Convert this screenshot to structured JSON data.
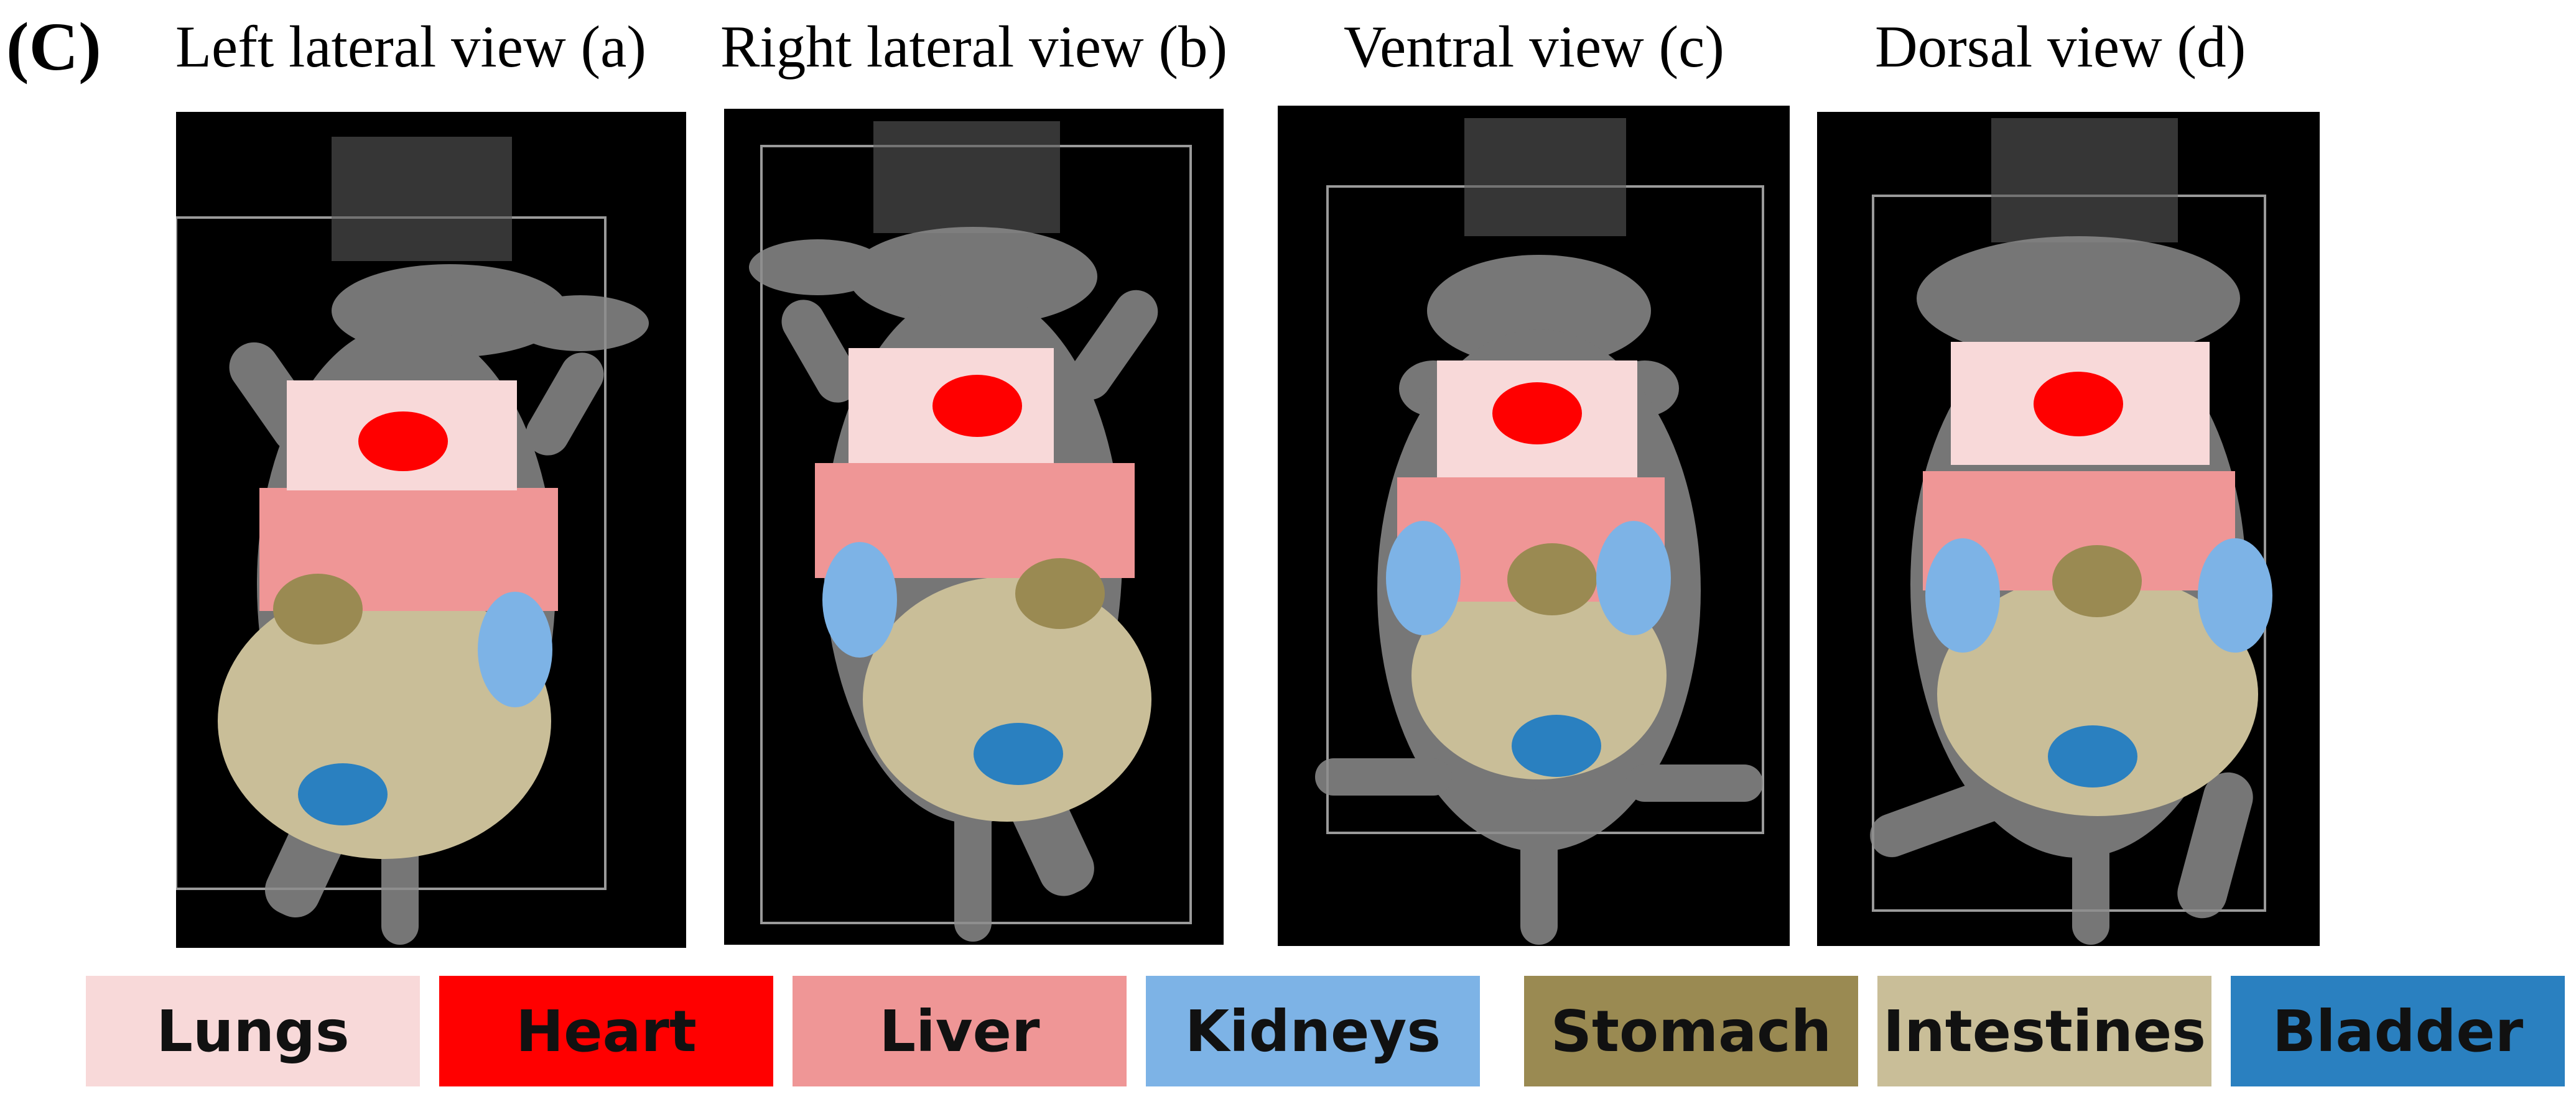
{
  "figure": {
    "panel_label": "(C)",
    "views": [
      {
        "id": "a",
        "title": "Left lateral view (a)"
      },
      {
        "id": "b",
        "title": "Right lateral view (b)"
      },
      {
        "id": "c",
        "title": "Ventral view (c)"
      },
      {
        "id": "d",
        "title": "Dorsal view (d)"
      }
    ]
  },
  "legend": [
    {
      "label": "Lungs",
      "color": "#f8d9d9"
    },
    {
      "label": "Heart",
      "color": "#ff0000"
    },
    {
      "label": "Liver",
      "color": "#ef9696"
    },
    {
      "label": "Kidneys",
      "color": "#7db3e6"
    },
    {
      "label": "Stomach",
      "color": "#9a8a52"
    },
    {
      "label": "Intestines",
      "color": "#c9be98"
    },
    {
      "label": "Bladder",
      "color": "#2a80c0"
    }
  ]
}
